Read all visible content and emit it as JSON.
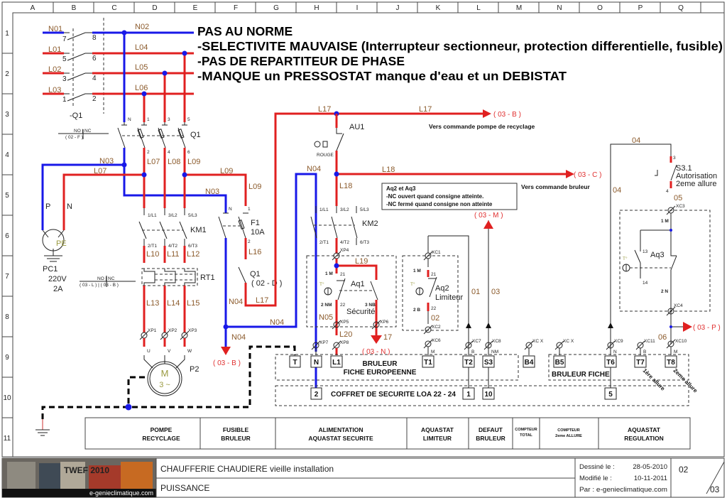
{
  "grid": {
    "cols": [
      "A",
      "B",
      "C",
      "D",
      "E",
      "F",
      "G",
      "H",
      "I",
      "J",
      "K",
      "L",
      "M",
      "N",
      "O",
      "P",
      "Q"
    ],
    "rows": [
      "1",
      "2",
      "3",
      "4",
      "5",
      "6",
      "7",
      "8",
      "9",
      "10",
      "11"
    ]
  },
  "notes": {
    "l1": "PAS AU NORME",
    "l2": "-SELECTIVITE MAUVAISE (Interrupteur sectionneur, protection differentielle, fusible)",
    "l3": "-PAS DE REPARTITEUR DE PHASE",
    "l4": "-MANQUE un PRESSOSTAT manque d'eau et un DEBISTAT"
  },
  "wires": {
    "N01": "N01",
    "L01": "L01",
    "L02": "L02",
    "L03": "L03",
    "N02": "N02",
    "L04": "L04",
    "L05": "L05",
    "L06": "L06",
    "N03": "N03",
    "L07": "L07",
    "L08": "L08",
    "L09": "L09",
    "L10": "L10",
    "L11": "L11",
    "L12": "L12",
    "L13": "L13",
    "L14": "L14",
    "L15": "L15",
    "L16": "L16",
    "L17": "L17",
    "L18": "L18",
    "L19": "L19",
    "L20": "L20",
    "N04": "N04",
    "N05": "N05",
    "w01": "01",
    "w02": "02",
    "w03": "03",
    "w04": "04",
    "w05": "05",
    "w06": "06",
    "w17": "17"
  },
  "components": {
    "q1_main": "-Q1",
    "q1": "Q1",
    "km1": "KM1",
    "rt1": "RT1",
    "f1": "F1",
    "f1_rating": "10A",
    "q1_aux": "Q1",
    "q1_aux_ref": "( 02 - D )",
    "au1": "AU1",
    "au1_color": "ROUGE",
    "km2": "KM2",
    "aq1": "Aq1",
    "aq1_desc": "Sécurité",
    "aq2": "Aq2",
    "aq2_desc": "Limiteur",
    "aq3": "Aq3",
    "s31": "S3.1",
    "s31_desc1": "Autorisation",
    "s31_desc2": "2eme allure",
    "pc1": "PC1",
    "pc1_voltage": "220V",
    "pc1_current": "2A",
    "pc1_p": "P",
    "pc1_n": "N",
    "pc1_pe": "PE",
    "motor": "P2",
    "motor_m": "M",
    "motor_phase": "3 ~",
    "temp": "T°",
    "no_nc_1": "NO | NC",
    "no_nc_1_ref": "( 02 - F )",
    "no_nc_2": "NO | NC",
    "no_nc_2_ref": "( 03 - L ) | ( 03 - B )"
  },
  "refs": {
    "b1": "( 03 - B )",
    "b2": "( 03 - B )",
    "c": "( 03 - C )",
    "m": "( 03 - M )",
    "n": "( 03 - N )",
    "p": "( 03 - P )"
  },
  "captions": {
    "pompe": "Vers commande pompe de recyclage",
    "bruleur": "Vers commande bruleur"
  },
  "notebox": {
    "title": "Aq2 et Aq3",
    "line1": "-NC ouvert quand consigne atteinte.",
    "line2": "-NC fermé quand consigne non atteinte"
  },
  "small": {
    "tN": "N",
    "t1": "1",
    "t3": "3",
    "t5": "5",
    "t2": "2",
    "t4": "4",
    "t6": "6",
    "s7": "7",
    "s5": "5",
    "s3": "3",
    "s1": "1",
    "s8": "8",
    "s6": "6",
    "s4": "4",
    "s2": "2",
    "l1": "1/L1",
    "l2": "3/L2",
    "l3": "5/L3",
    "t1b": "2/T1",
    "t2b": "4/T2",
    "t3b": "6/T3",
    "xp1": "XP1",
    "xp2": "XP2",
    "xp3": "XP3",
    "xp4": "XP4",
    "xp5": "XP5",
    "xp6": "XP6",
    "xp7": "XP7",
    "xp8": "XP8",
    "xc1": "XC1",
    "xc2": "XC2",
    "xc3": "XC3",
    "xc4": "XC4",
    "xc6": "XC6",
    "xc7": "XC7",
    "xc8": "XC8",
    "xcx1": "XC X",
    "xcx2": "XC X",
    "xc9": "XC9",
    "xc11": "XC11",
    "xc10": "XC10",
    "u": "U",
    "v": "V",
    "w": "W",
    "m1": "1 M",
    "n2": "2 NM",
    "nb3": "3 NB",
    "c21": "21",
    "c22": "22",
    "b2": "2 B",
    "n2b": "2 N",
    "c13": "13",
    "c14": "14",
    "mM": "M",
    "mB": "B",
    "mNM": "NM",
    "mN": "N"
  },
  "terminals": {
    "strip1": [
      "T",
      "N",
      "L1",
      "T1",
      "T2",
      "S3",
      "B4"
    ],
    "strip2": [
      "B5",
      "T6",
      "T7",
      "T8"
    ],
    "strip1_label1": "BRULEUR",
    "strip1_label2": "FICHE EUROPEENNE",
    "strip2_label": "BRULEUR FICHE",
    "allure1": "1ère allure",
    "allure2": "2eme allure",
    "coffret": [
      "2",
      "1",
      "10",
      "5"
    ],
    "coffret_label": "COFFRET DE SECURITE LOA 22 - 24"
  },
  "legend": [
    [
      "POMPE",
      "RECYCLAGE"
    ],
    [
      "FUSIBLE",
      "BRULEUR"
    ],
    [
      "ALIMENTATION",
      "AQUASTAT SECURITE"
    ],
    [
      "AQUASTAT",
      "LIMITEUR"
    ],
    [
      "DEFAUT",
      "BRULEUR"
    ],
    [
      "COMPTEUR",
      "TOTAL"
    ],
    [
      "COMPTEUR",
      "2eme ALLURE"
    ],
    [
      "AQUASTAT",
      "REGULATION"
    ]
  ],
  "titleblock": {
    "logo_text": "TWEF 2010",
    "logo_site": "e-genieclimatique.com",
    "title": "CHAUFFERIE CHAUDIERE vieille installation",
    "subtitle": "PUISSANCE",
    "drawn_label": "Dessiné le :",
    "drawn_date": "28-05-2010",
    "modified_label": "Modifié le :",
    "modified_date": "10-11-2011",
    "author": "Par : e-genieclimatique.com",
    "page": "02",
    "pages": "03"
  },
  "colors": {
    "phase": "#e02020",
    "neutral": "#1818e8",
    "wire_label": "#8b5a2b",
    "ref": "#e03030"
  }
}
